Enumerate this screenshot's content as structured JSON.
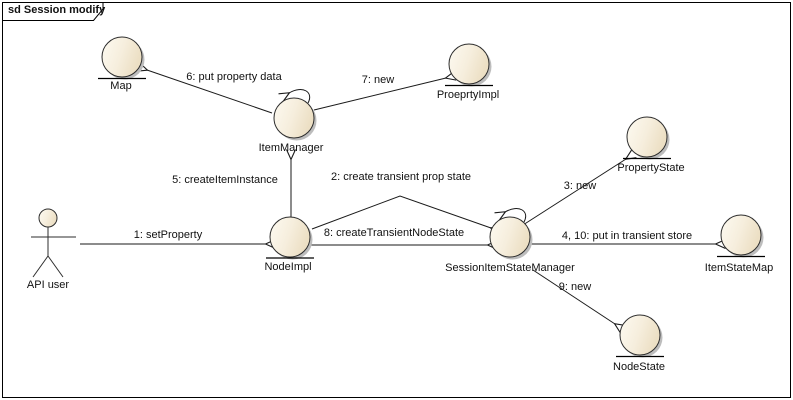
{
  "frame": {
    "title": "sd Session modify"
  },
  "actor": {
    "label": "API user"
  },
  "objects": {
    "map": {
      "label": "Map"
    },
    "item_manager": {
      "label": "ItemManager"
    },
    "proeprty_impl": {
      "label": "ProeprtyImpl"
    },
    "node_impl": {
      "label": "NodeImpl"
    },
    "property_state": {
      "label": "PropertyState"
    },
    "session_item_state_manager": {
      "label": "SessionItemStateManager"
    },
    "item_state_map": {
      "label": "ItemStateMap"
    },
    "node_state": {
      "label": "NodeState"
    }
  },
  "messages": {
    "m1": {
      "label": "1: setProperty"
    },
    "m2": {
      "label": "2: create transient prop state"
    },
    "m3": {
      "label": "3: new"
    },
    "m4_10": {
      "label": "4, 10: put in transient store"
    },
    "m5": {
      "label": "5: createItemInstance"
    },
    "m6": {
      "label": "6: put property data"
    },
    "m7": {
      "label": "7: new"
    },
    "m8": {
      "label": "8: createTransientNodeState"
    },
    "m9": {
      "label": "9: new"
    }
  },
  "colors": {
    "object_fill_light": "#fdfaf1",
    "object_fill_dark": "#ecdfc4",
    "outline": "#2e2e2e",
    "shadow": "#bdbdbd",
    "line": "#1a1a1a",
    "background": "#ffffff"
  }
}
